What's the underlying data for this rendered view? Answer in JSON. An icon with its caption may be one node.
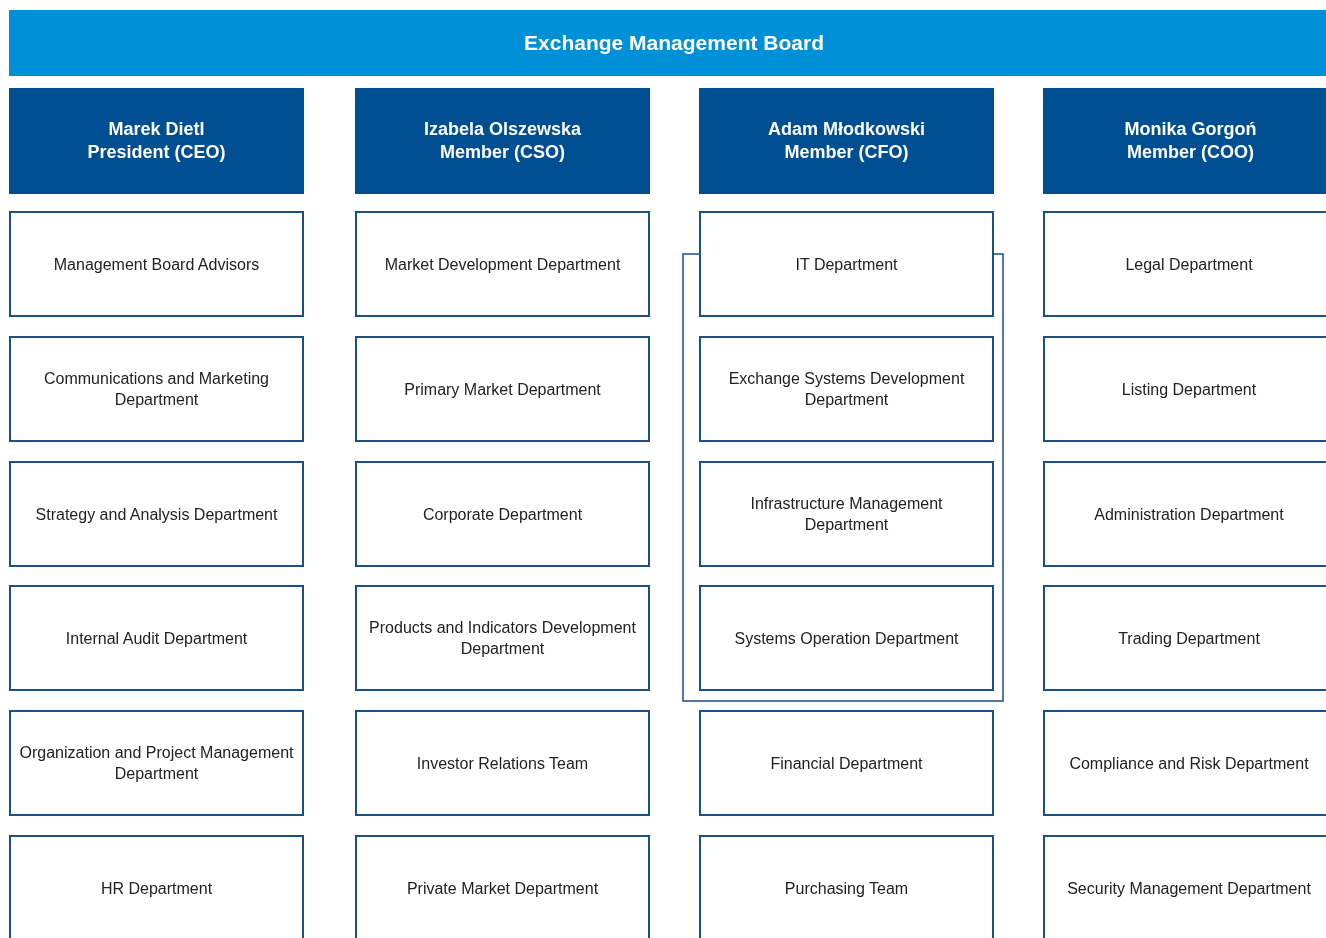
{
  "diagram": {
    "nodes": [
      {
        "text": [
          "Exchange Management Board"
        ]
      },
      {
        "text": [
          "Marek Dietl",
          "President (CEO)"
        ]
      },
      {
        "text": [
          "Management Board Advisors"
        ]
      },
      {
        "text": [
          "Communications and Marketing Department"
        ]
      },
      {
        "text": [
          "Strategy and Analysis Department"
        ]
      },
      {
        "text": [
          "Internal Audit Department"
        ]
      },
      {
        "text": [
          "Organization and Project Management Department"
        ]
      },
      {
        "text": [
          "HR Department"
        ]
      },
      {
        "text": [
          "Izabela Olszewska",
          "Member (CSO)"
        ]
      },
      {
        "text": [
          "Market Development Department"
        ]
      },
      {
        "text": [
          "Primary Market Department"
        ]
      },
      {
        "text": [
          "Corporate Department"
        ]
      },
      {
        "text": [
          "Products and Indicators Development Department"
        ]
      },
      {
        "text": [
          "Investor Relations Team"
        ]
      },
      {
        "text": [
          "Private Market Department"
        ]
      },
      {
        "text": [
          "Adam Młodkowski",
          "Member (CFO)"
        ]
      },
      {
        "text": [
          "IT Department"
        ]
      },
      {
        "text": [
          "Exchange Systems Development Department"
        ]
      },
      {
        "text": [
          "Infrastructure Management Department"
        ]
      },
      {
        "text": [
          "Systems Operation Department"
        ]
      },
      {
        "text": [
          "Financial Department"
        ]
      },
      {
        "text": [
          "Purchasing Team"
        ]
      },
      {
        "text": [
          "Monika Gorgoń",
          "Member (COO)"
        ]
      },
      {
        "text": [
          "Legal Department"
        ]
      },
      {
        "text": [
          "Listing Department"
        ]
      },
      {
        "text": [
          "Administration Department"
        ]
      },
      {
        "text": [
          "Trading Department"
        ]
      },
      {
        "text": [
          "Compliance and Risk Department"
        ]
      },
      {
        "text": [
          "Security Management Department"
        ]
      }
    ]
  }
}
